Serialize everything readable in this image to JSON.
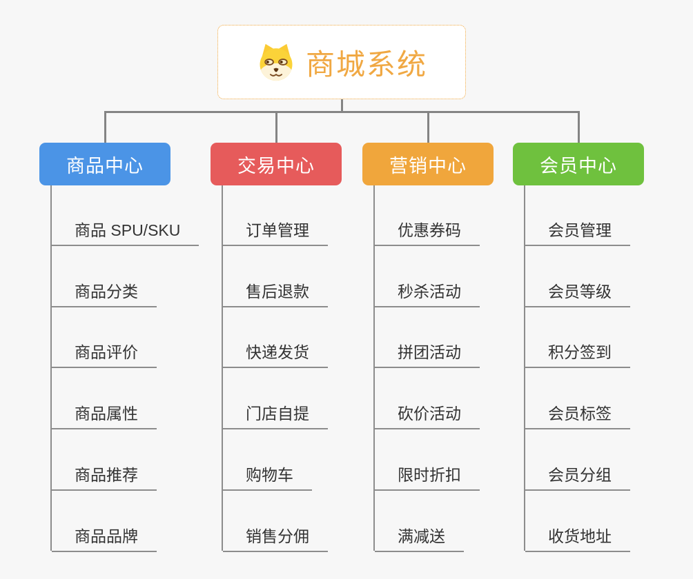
{
  "root": {
    "label": "商城系统",
    "icon": "shiba-dog-icon"
  },
  "branches": [
    {
      "label": "商品中心",
      "color": "#4B94E6",
      "children": [
        "商品 SPU/SKU",
        "商品分类",
        "商品评价",
        "商品属性",
        "商品推荐",
        "商品品牌"
      ]
    },
    {
      "label": "交易中心",
      "color": "#E65B5B",
      "children": [
        "订单管理",
        "售后退款",
        "快递发货",
        "门店自提",
        "购物车",
        "销售分佣"
      ]
    },
    {
      "label": "营销中心",
      "color": "#F0A63C",
      "children": [
        "优惠券码",
        "秒杀活动",
        "拼团活动",
        "砍价活动",
        "限时折扣",
        "满减送"
      ]
    },
    {
      "label": "会员中心",
      "color": "#6FC13E",
      "children": [
        "会员管理",
        "会员等级",
        "积分签到",
        "会员标签",
        "会员分组",
        "收货地址"
      ]
    }
  ],
  "colors": {
    "background": "#F7F7F7",
    "connector_line": "#848484",
    "leaf_line": "#8C8C8C",
    "leaf_text": "#333333",
    "root_accent": "#F0A63C",
    "root_text": "#F0A843",
    "root_background": "#FFFFFF"
  }
}
